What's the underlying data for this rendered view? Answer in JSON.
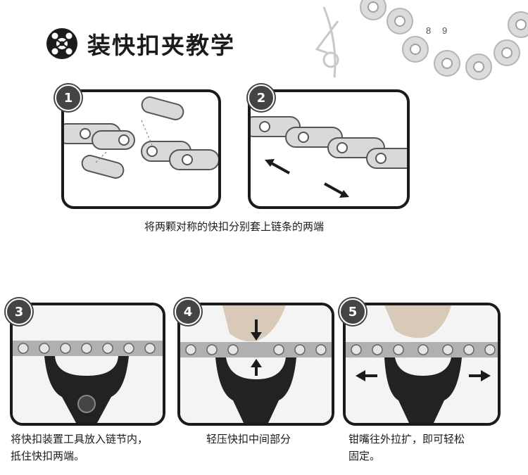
{
  "header": {
    "title": "装快扣夹教学",
    "logo_icon": "chain-tool-logo-icon"
  },
  "decoration": {
    "page_numbers": [
      "8",
      "9"
    ]
  },
  "steps": [
    {
      "number": "1",
      "image": "chain-links-separated-illustration"
    },
    {
      "number": "2",
      "image": "chain-links-assembled-illustration"
    },
    {
      "number": "3",
      "image": "tool-placed-on-chain-photo",
      "caption_lines": [
        "将快扣装置工具放入链节内，",
        "抵住快扣两端。"
      ]
    },
    {
      "number": "4",
      "image": "pressing-quick-link-photo",
      "caption_lines": [
        "轻压快扣中间部分"
      ]
    },
    {
      "number": "5",
      "image": "pliers-opened-photo",
      "caption_lines": [
        "钳嘴往外拉扩，即可轻松",
        "固定。"
      ]
    }
  ],
  "top_caption": "将两颗对称的快扣分别套上链条的两端",
  "colors": {
    "frame": "#1b1b1b",
    "badge": "#444444",
    "chain": "#9a9a9a"
  }
}
